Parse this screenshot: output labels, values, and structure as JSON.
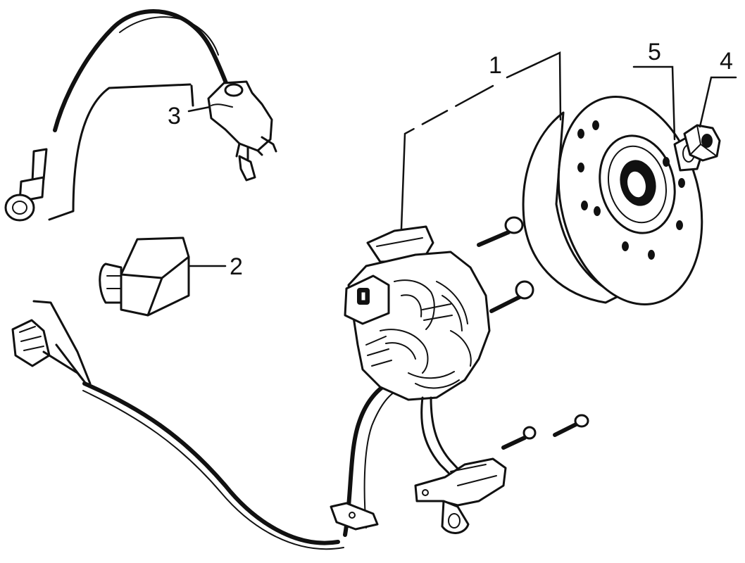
{
  "diagram": {
    "callouts": [
      {
        "id": "1",
        "label": "1",
        "part": "stator-assembly"
      },
      {
        "id": "2",
        "label": "2",
        "part": "cdi-unit"
      },
      {
        "id": "3",
        "label": "3",
        "part": "ignition-coil"
      },
      {
        "id": "4",
        "label": "4",
        "part": "flywheel-nut"
      },
      {
        "id": "5",
        "label": "5",
        "part": "washer"
      }
    ],
    "colors": {
      "ink": "#111111",
      "background": "#ffffff"
    }
  }
}
